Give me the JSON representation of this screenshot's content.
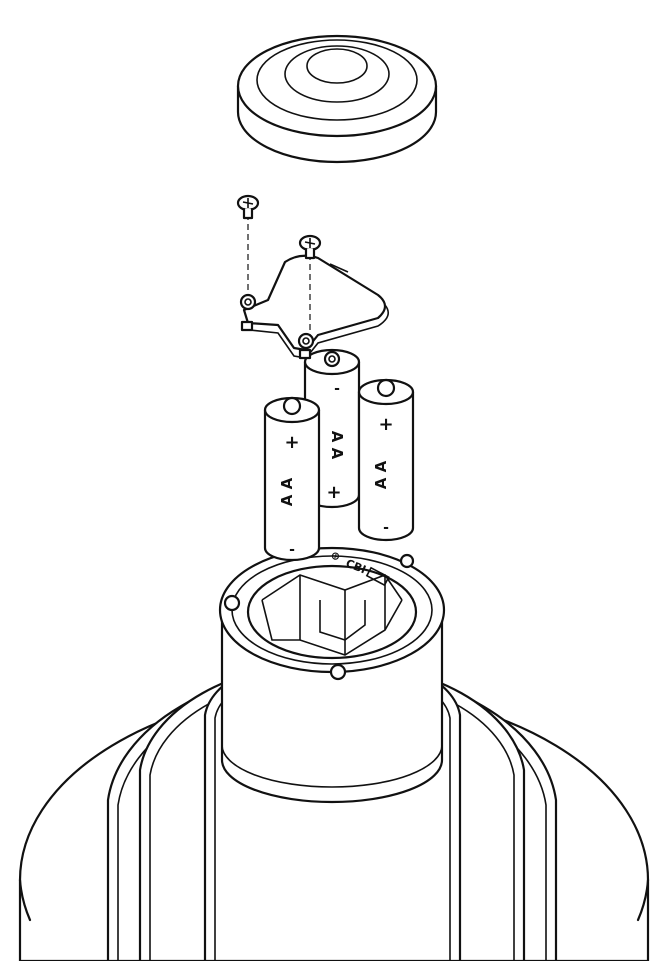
{
  "figure": {
    "parts": {
      "lid": "lid-cap",
      "screws": "mounting-screw",
      "bracket": "battery-bracket",
      "batteries": "AA-battery",
      "compartment": "battery-compartment",
      "base": "base-stand"
    },
    "battery_labels": {
      "left": {
        "plus": "+",
        "type": "A A",
        "minus": "-"
      },
      "middle": {
        "minus": "-",
        "type": "A A",
        "plus": "+"
      },
      "right": {
        "plus": "+",
        "type": "A A",
        "minus": "-"
      }
    },
    "compartment_text": {
      "symbol": "⊕",
      "mark": "CBI"
    }
  }
}
